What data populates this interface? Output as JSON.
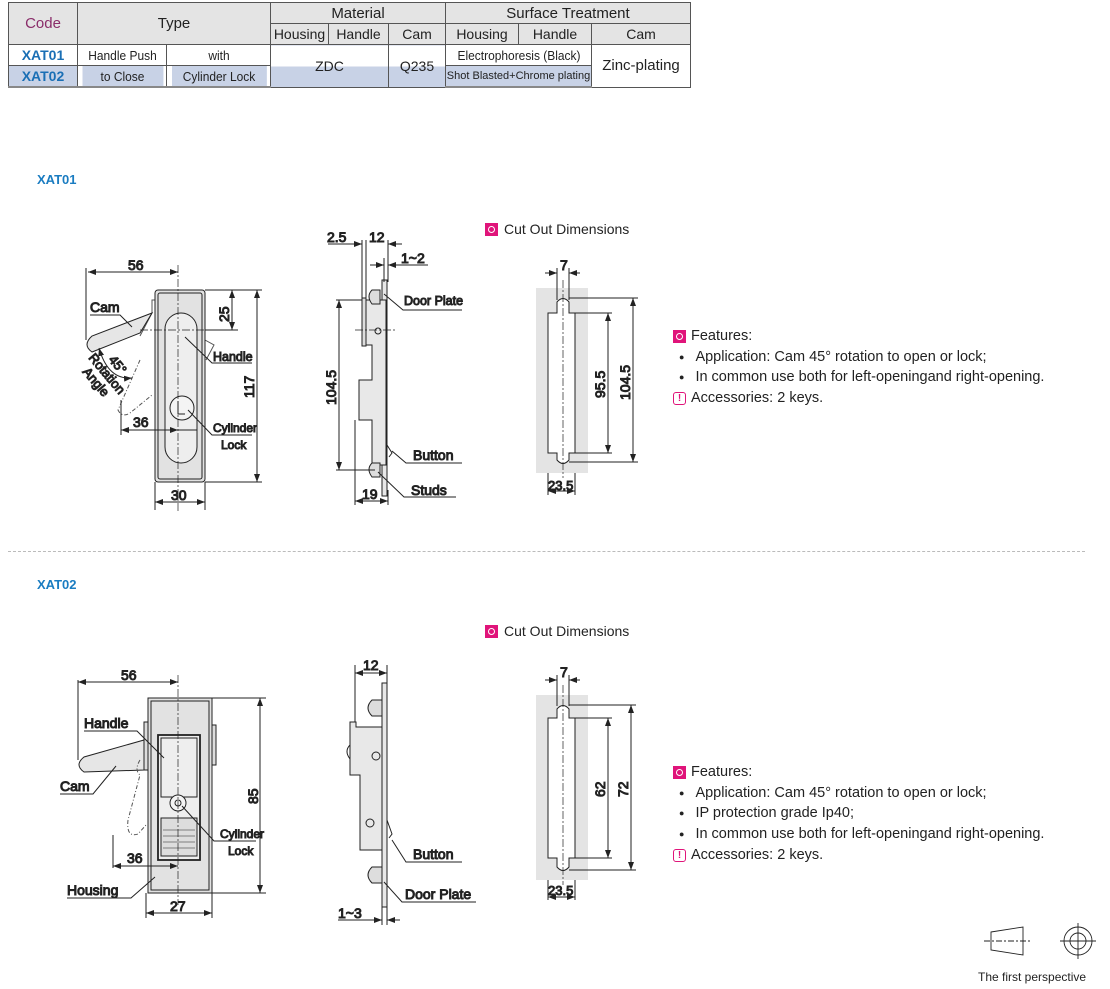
{
  "table": {
    "h_code": "Code",
    "h_type": "Type",
    "h_material": "Material",
    "h_surface": "Surface Treatment",
    "sub": [
      "Housing",
      "Handle",
      "Cam",
      "Housing",
      "Handle",
      "Cam"
    ],
    "codes": [
      "XAT01",
      "XAT02"
    ],
    "type_a": [
      "Handle Push",
      "to Close"
    ],
    "type_b": [
      "with",
      "Cylinder Lock"
    ],
    "material_hh": "ZDC",
    "material_cam": "Q235",
    "surface_1": "Electrophoresis (Black)",
    "surface_2": "Shot Blasted+Chrome plating",
    "surface_cam": "Zinc-plating"
  },
  "xat01": {
    "label": "XAT01",
    "cutout_title": "Cut Out Dimensions",
    "dims": {
      "w56": "56",
      "h25": "25",
      "h117": "117",
      "w30": "30",
      "w36": "36",
      "angle": "45°",
      "s25": "2.5",
      "s12": "12",
      "s12r": "1~2",
      "s104": "104.5",
      "s19": "19",
      "c7": "7",
      "c95": "95.5",
      "c104": "104.5",
      "c23": "23.5"
    },
    "callouts": {
      "cam": "Cam",
      "rotation": "Rotation",
      "angle": "Angle",
      "handle": "Handle",
      "cyl1": "Cylinder",
      "cyl2": "Lock",
      "door": "Door Plate",
      "button": "Button",
      "studs": "Studs"
    },
    "features": {
      "title": "Features:",
      "items": [
        "Application: Cam 45° rotation to open or lock;",
        "In common use both for left-openingand right-opening."
      ],
      "accessories": "Accessories: 2 keys."
    }
  },
  "xat02": {
    "label": "XAT02",
    "cutout_title": "Cut Out Dimensions",
    "dims": {
      "w56": "56",
      "h85": "85",
      "w27": "27",
      "w36": "36",
      "s12": "12",
      "s13": "1~3",
      "c7": "7",
      "c62": "62",
      "c72": "72",
      "c23": "23.5"
    },
    "callouts": {
      "handle": "Handle",
      "cam": "Cam",
      "housing": "Housing",
      "cyl1": "Cylinder",
      "cyl2": "Lock",
      "button": "Button",
      "door": "Door Plate"
    },
    "features": {
      "title": "Features:",
      "items": [
        "Application: Cam 45° rotation to open or lock;",
        "IP protection grade  Ip40;",
        "In common use both for left-openingand right-opening."
      ],
      "accessories": "Accessories: 2 keys."
    }
  },
  "footer": {
    "perspective": "The first perspective"
  },
  "colors": {
    "accent_pink": "#e0147a",
    "code_blue": "#1a6fb5",
    "row_blue": "#c8d2e6"
  }
}
